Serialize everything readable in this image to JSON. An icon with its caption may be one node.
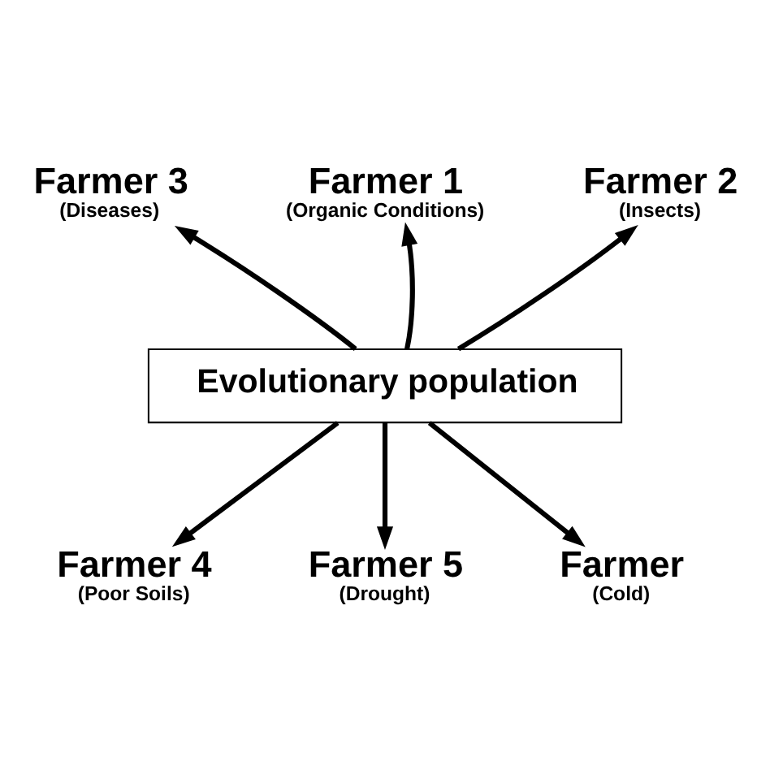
{
  "diagram": {
    "nodes": [
      {
        "text": [
          "Farmer 3",
          "(Diseases)"
        ]
      },
      {
        "text": [
          "Farmer 1",
          "(Organic Conditions)"
        ]
      },
      {
        "text": [
          "Farmer 2",
          "(Insects)"
        ]
      },
      {
        "text": [
          "Evolutionary population"
        ]
      },
      {
        "text": [
          "Farmer 4",
          "(Poor Soils)"
        ]
      },
      {
        "text": [
          "Farmer 5",
          "(Drought)"
        ]
      },
      {
        "text": [
          "Farmer",
          "(Cold)"
        ]
      }
    ],
    "edges": [
      {
        "from": 3,
        "to": 0,
        "arrow": "to"
      },
      {
        "from": 3,
        "to": 1,
        "arrow": "to"
      },
      {
        "from": 3,
        "to": 2,
        "arrow": "to"
      },
      {
        "from": 3,
        "to": 4,
        "arrow": "to"
      },
      {
        "from": 3,
        "to": 5,
        "arrow": "to"
      },
      {
        "from": 3,
        "to": 6,
        "arrow": "to"
      }
    ]
  }
}
